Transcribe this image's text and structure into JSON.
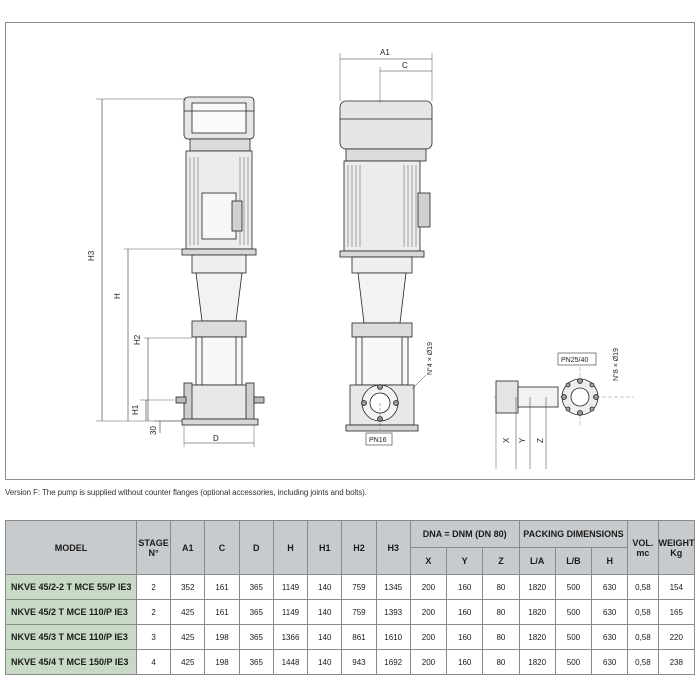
{
  "drawing": {
    "dim_labels": {
      "A1": "A1",
      "C": "C",
      "H3": "H3",
      "H": "H",
      "H2": "H2",
      "H1": "H1",
      "h30": "30",
      "D": "D",
      "X": "X",
      "Y": "Y",
      "Z": "Z",
      "holes4": "N°4 × Ø19",
      "holes8": "N°8 × Ø19",
      "pn16": "PN16",
      "pn2540": "PN25/40"
    }
  },
  "note": "Version F: The pump is supplied without counter flanges (optional accessories, including joints and bolts).",
  "table": {
    "headers": {
      "model": "MODEL",
      "stage": "STAGE\nN°",
      "a1": "A1",
      "c": "C",
      "d": "D",
      "h": "H",
      "h1": "H1",
      "h2": "H2",
      "h3": "H3",
      "dna": "DNA = DNM (DN 80)",
      "x": "X",
      "y": "Y",
      "z": "Z",
      "packing": "PACKING DIMENSIONS",
      "la": "L/A",
      "lb": "L/B",
      "ph": "H",
      "vol": "VOL.\nmc",
      "weight": "WEIGHT\nKg"
    },
    "rows": [
      {
        "model": "NKVE 45/2-2 T MCE 55/P IE3",
        "stage": "2",
        "a1": "352",
        "c": "161",
        "d": "365",
        "h": "1149",
        "h1": "140",
        "h2": "759",
        "h3": "1345",
        "x": "200",
        "y": "160",
        "z": "80",
        "la": "1820",
        "lb": "500",
        "ph": "630",
        "vol": "0,58",
        "weight": "154"
      },
      {
        "model": "NKVE 45/2 T MCE 110/P IE3",
        "stage": "2",
        "a1": "425",
        "c": "161",
        "d": "365",
        "h": "1149",
        "h1": "140",
        "h2": "759",
        "h3": "1393",
        "x": "200",
        "y": "160",
        "z": "80",
        "la": "1820",
        "lb": "500",
        "ph": "630",
        "vol": "0,58",
        "weight": "165"
      },
      {
        "model": "NKVE 45/3 T MCE 110/P IE3",
        "stage": "3",
        "a1": "425",
        "c": "198",
        "d": "365",
        "h": "1366",
        "h1": "140",
        "h2": "861",
        "h3": "1610",
        "x": "200",
        "y": "160",
        "z": "80",
        "la": "1820",
        "lb": "500",
        "ph": "630",
        "vol": "0,58",
        "weight": "220"
      },
      {
        "model": "NKVE 45/4 T MCE 150/P IE3",
        "stage": "4",
        "a1": "425",
        "c": "198",
        "d": "365",
        "h": "1448",
        "h1": "140",
        "h2": "943",
        "h3": "1692",
        "x": "200",
        "y": "160",
        "z": "80",
        "la": "1820",
        "lb": "500",
        "ph": "630",
        "vol": "0,58",
        "weight": "238"
      }
    ]
  }
}
